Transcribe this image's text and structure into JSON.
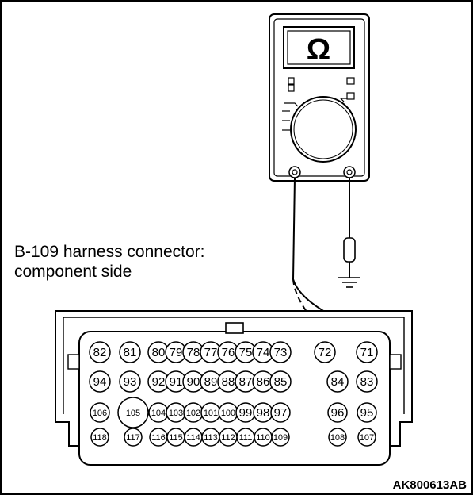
{
  "meter": {
    "symbol": "Ω"
  },
  "connector_caption": {
    "line1": "B-109 harness connector:",
    "line2": "component side"
  },
  "figure_code": "AK800613AB",
  "connector": {
    "rows": [
      [
        "82",
        "81",
        "80",
        "79",
        "78",
        "77",
        "76",
        "75",
        "74",
        "73",
        "72",
        "71"
      ],
      [
        "94",
        "93",
        "92",
        "91",
        "90",
        "89",
        "88",
        "87",
        "86",
        "85",
        "84",
        "83"
      ],
      [
        "106",
        "105",
        "104",
        "103",
        "102",
        "101",
        "100",
        "99",
        "98",
        "97",
        "96",
        "95"
      ],
      [
        "118",
        "117",
        "116",
        "115",
        "114",
        "113",
        "112",
        "111",
        "110",
        "109",
        "108",
        "107"
      ]
    ]
  }
}
